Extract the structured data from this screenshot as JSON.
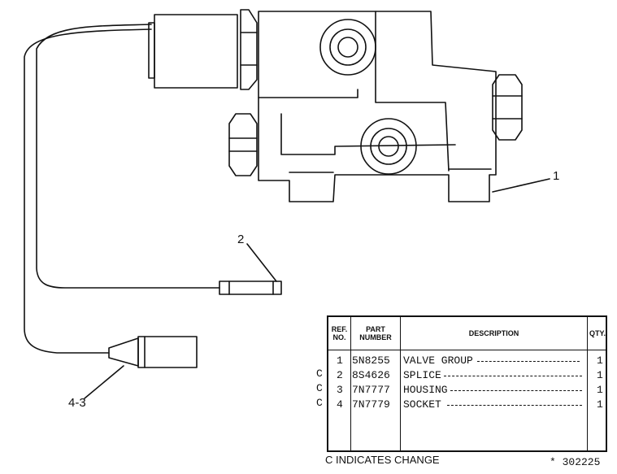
{
  "callouts": {
    "item1": "1",
    "item2": "2",
    "item4_3": "4-3"
  },
  "table": {
    "headers": {
      "ref_no": "REF. NO.",
      "part_number": "PART NUMBER",
      "description": "DESCRIPTION",
      "qty": "QTY."
    },
    "rows": [
      {
        "change": "",
        "ref": "1",
        "part": "5N8255",
        "desc": "VALVE GROUP",
        "qty": "1"
      },
      {
        "change": "C",
        "ref": "2",
        "part": "8S4626",
        "desc": "SPLICE",
        "qty": "1"
      },
      {
        "change": "C",
        "ref": "3",
        "part": "7N7777",
        "desc": "HOUSING",
        "qty": "1"
      },
      {
        "change": "C",
        "ref": "4",
        "part": "7N7779",
        "desc": "SOCKET",
        "qty": "1"
      }
    ]
  },
  "footer": {
    "change_note": "C INDICATES CHANGE",
    "drawing_number": "* 302225"
  }
}
